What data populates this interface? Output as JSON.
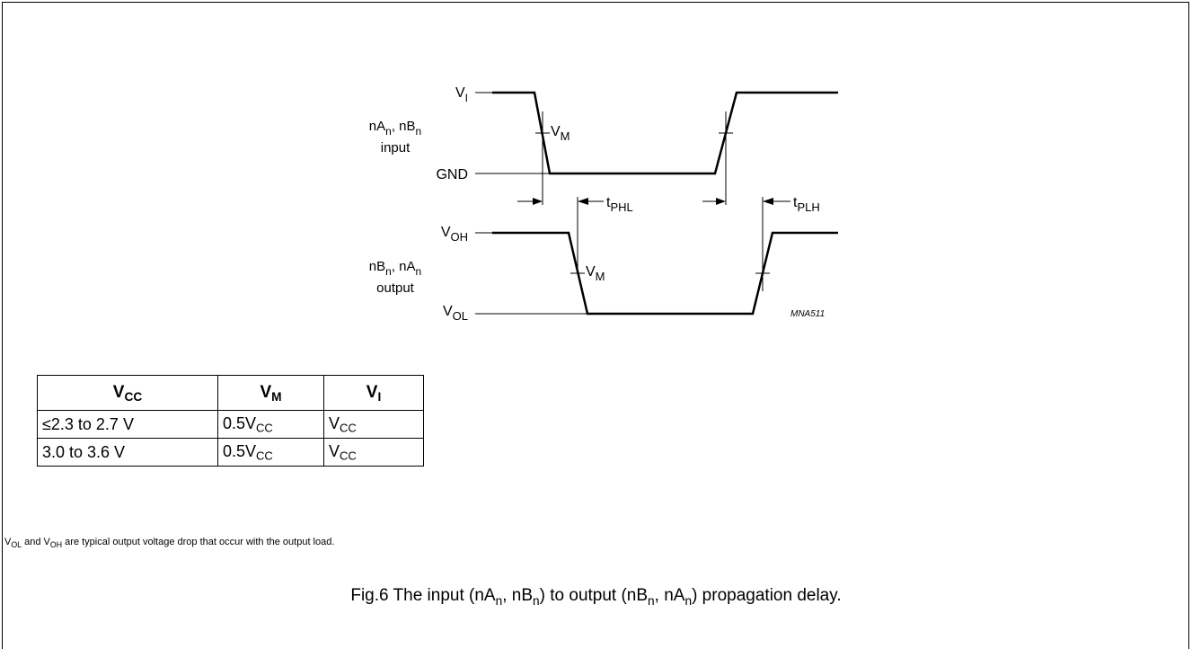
{
  "diagram": {
    "input_group_label": {
      "line1_main1": "nA",
      "line1_sub1": "n",
      "line1_sep": ", nB",
      "line1_sub2": "n",
      "line2": "input"
    },
    "output_group_label": {
      "line1_main1": "nB",
      "line1_sub1": "n",
      "line1_sep": ", nA",
      "line1_sub2": "n",
      "line2": "output"
    },
    "levels": {
      "vi": {
        "main": "V",
        "sub": "I"
      },
      "gnd": "GND",
      "voh": {
        "main": "V",
        "sub": "OH"
      },
      "vol": {
        "main": "V",
        "sub": "OL"
      }
    },
    "vm_label": {
      "main": "V",
      "sub": "M"
    },
    "tphl": {
      "main": "t",
      "sub": "PHL"
    },
    "tplh": {
      "main": "t",
      "sub": "PLH"
    },
    "figure_code": "MNA511"
  },
  "table": {
    "headers": [
      {
        "main": "V",
        "sub": "CC"
      },
      {
        "main": "V",
        "sub": "M"
      },
      {
        "main": "V",
        "sub": "I"
      }
    ],
    "rows": [
      {
        "vcc": "≤2.3 to 2.7 V",
        "vm_main": "0.5V",
        "vm_sub": "CC",
        "vi_main": "V",
        "vi_sub": "CC"
      },
      {
        "vcc": "3.0 to 3.6 V",
        "vm_main": "0.5V",
        "vm_sub": "CC",
        "vi_main": "V",
        "vi_sub": "CC"
      }
    ]
  },
  "note": {
    "p1": "V",
    "s1": "OL",
    "p2": " and V",
    "s2": "OH",
    "p3": " are typical output voltage drop that occur with the output load."
  },
  "caption": {
    "p1": "Fig.6  The input (nA",
    "s1": "n",
    "p2": ", nB",
    "s2": "n",
    "p3": ") to output (nB",
    "s3": "n",
    "p4": ", nA",
    "s4": "n",
    "p5": ") propagation delay."
  }
}
